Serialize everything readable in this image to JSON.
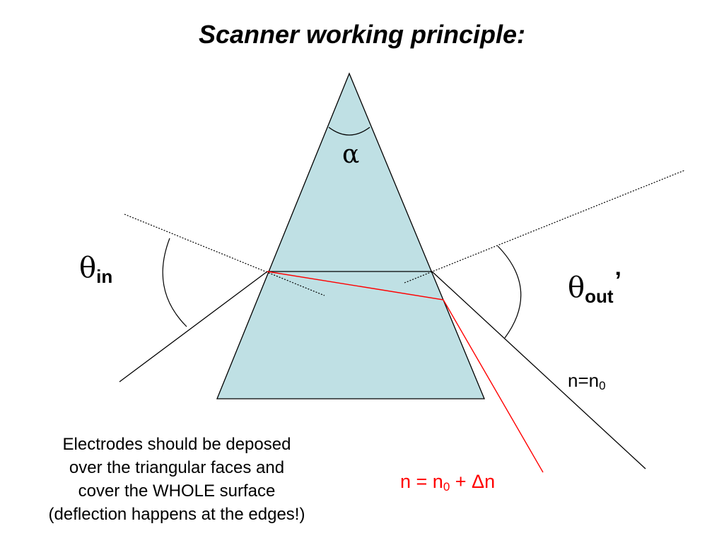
{
  "title": "Scanner working principle:",
  "labels": {
    "alpha_symbol": "α",
    "theta_symbol": "θ",
    "theta_in_sub": "in",
    "theta_out_sub": "out",
    "theta_out_prime": "’",
    "n_outside_prefix": "n=n",
    "n_outside_sub": "0",
    "n_inside_prefix": "n = n",
    "n_inside_sub": "0",
    "n_inside_suffix": " + Δn"
  },
  "note_lines": [
    "Electrodes should be deposed",
    "over the triangular faces and",
    "cover the WHOLE surface",
    "(deflection happens at the edges!)"
  ],
  "colors": {
    "prism_fill": "#bfe0e4",
    "inner_ray": "#ff0000",
    "lines": "#000000"
  }
}
